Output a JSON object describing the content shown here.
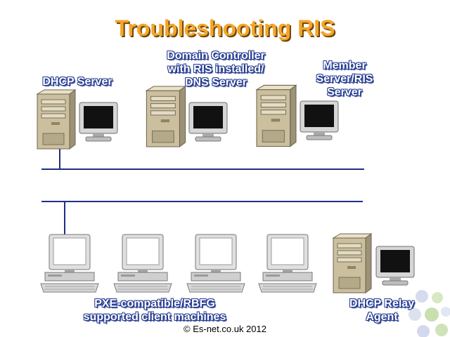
{
  "title": "Troubleshooting RIS",
  "labels": {
    "dhcp_server": "DHCP Server",
    "domain_controller": [
      "Domain Controller",
      "with RIS installed/",
      "DNS Server"
    ],
    "member_server": [
      "Member",
      "Server/RIS",
      "Server"
    ],
    "clients": [
      "PXE-compatible/RBFG",
      "supported client machines"
    ],
    "relay_agent": [
      "DHCP Relay",
      "Agent"
    ]
  },
  "copyright": "© Es-net.co.uk 2012",
  "icons": [
    "server-tower-icon",
    "crt-monitor-icon",
    "desktop-computer-icon"
  ],
  "colors": {
    "title": "#f5a52a",
    "title_shadow": "#6a4608",
    "label_text": "#ffffff",
    "label_outline": "#233a8f",
    "network_line": "#1f2f86"
  }
}
